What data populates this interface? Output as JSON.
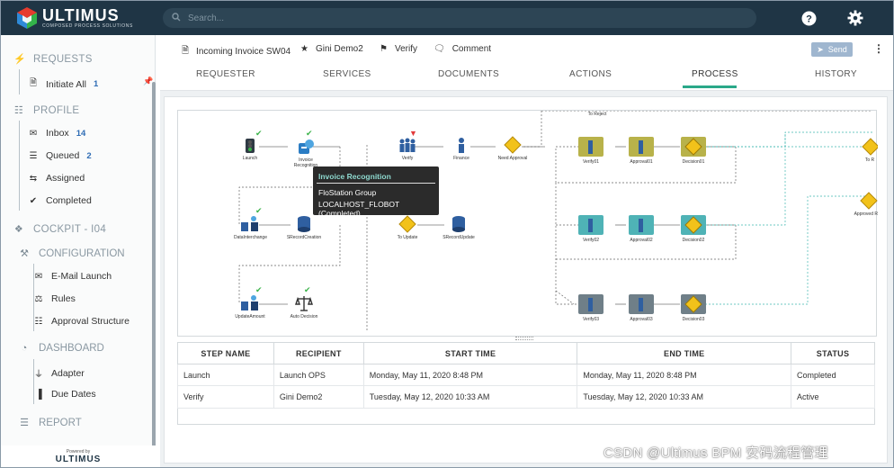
{
  "app": {
    "logo_word": "ULTIMUS",
    "logo_tagline": "COMPOSED PROCESS SOLUTIONS",
    "search_placeholder": "Search...",
    "help_icon": "help-circle-icon",
    "settings_icon": "gear-icon"
  },
  "sidebar": {
    "requests": {
      "label": "REQUESTS",
      "items": [
        {
          "label": "Initiate All",
          "badge": "1"
        }
      ]
    },
    "profile": {
      "label": "PROFILE",
      "items": [
        {
          "label": "Inbox",
          "badge": "14"
        },
        {
          "label": "Queued",
          "badge": "2"
        },
        {
          "label": "Assigned",
          "badge": ""
        },
        {
          "label": "Completed",
          "badge": ""
        }
      ]
    },
    "cockpit": {
      "label": "COCKPIT - I04"
    },
    "configuration": {
      "label": "CONFIGURATION",
      "items": [
        {
          "label": "E-Mail Launch"
        },
        {
          "label": "Rules"
        },
        {
          "label": "Approval Structure"
        }
      ]
    },
    "dashboard": {
      "label": "DASHBOARD",
      "items": [
        {
          "label": "Adapter"
        },
        {
          "label": "Due Dates"
        }
      ]
    },
    "report": {
      "label": "REPORT"
    },
    "powered_by": "Powered by",
    "powered_logo": "ULTIMUS"
  },
  "context": {
    "incident": "Incoming Invoice SW04",
    "user": "Gini Demo2",
    "flag": "Verify",
    "comment": "Comment",
    "send": "Send"
  },
  "tabs": [
    {
      "label": "REQUESTER",
      "active": false
    },
    {
      "label": "SERVICES",
      "active": false
    },
    {
      "label": "DOCUMENTS",
      "active": false
    },
    {
      "label": "ACTIONS",
      "active": false
    },
    {
      "label": "PROCESS",
      "active": true
    },
    {
      "label": "HISTORY",
      "active": false
    }
  ],
  "diagram": {
    "nodes": {
      "launch": "Launch",
      "invoice_recognition": "Invoice Recognition",
      "verify": "Verify",
      "finance": "Finance",
      "need_approval": "Need Approval",
      "verify01": "Verify01",
      "approval01": "Approval01",
      "decision01": "Decision01",
      "datainterchange": "DataInterchange",
      "srecord_creation": "SRecordCreation",
      "to_update": "To Update",
      "srecord_update": "SRecordUpdate",
      "verify02": "Verify02",
      "approval02": "Approval02",
      "decision02": "Decision02",
      "update_amount": "UpdateAmount",
      "auto_decision": "Auto Decision",
      "verify03": "Verify03",
      "approval03": "Approval03",
      "decision03": "Decision03",
      "reject_label": "To Reject",
      "to_label": "To R",
      "approved_label": "Approved R"
    },
    "tooltip": {
      "title": "Invoice Recognition",
      "group": "FloStation Group",
      "status": "LOCALHOST_FLOBOT (Completed)"
    }
  },
  "table": {
    "headers": [
      "STEP NAME",
      "RECIPIENT",
      "START TIME",
      "END TIME",
      "STATUS"
    ],
    "rows": [
      [
        "Launch",
        "Launch OPS",
        "Monday, May 11, 2020 8:48 PM",
        "Monday, May 11, 2020 8:48 PM",
        "Completed"
      ],
      [
        "Verify",
        "Gini Demo2",
        "Tuesday, May 12, 2020 10:33 AM",
        "Tuesday, May 12, 2020 10:33 AM",
        "Active"
      ]
    ]
  },
  "watermark": "CSDN @Ultimus BPM 安码流程管理",
  "colors": {
    "topbar": "#1f3545",
    "accent": "#2aa889",
    "diamond": "#f2c21a",
    "badge": "#2f6db5"
  }
}
